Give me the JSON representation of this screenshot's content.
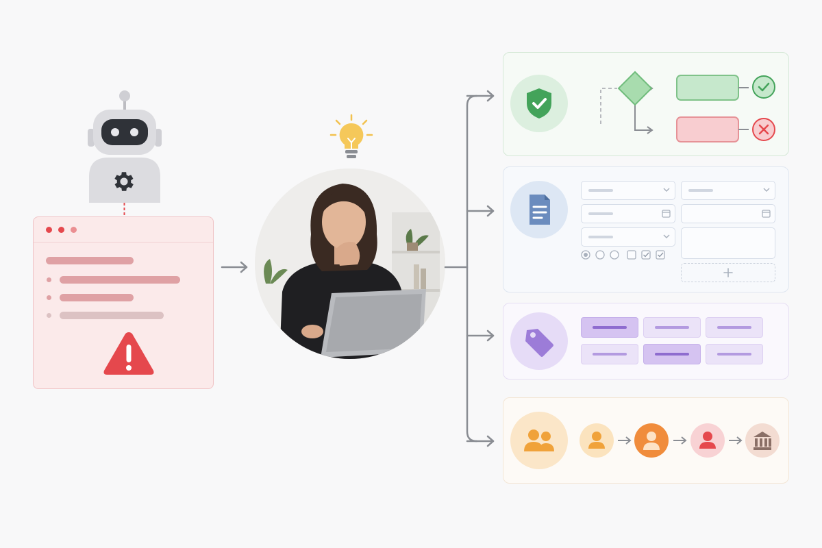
{
  "colors": {
    "background": "#f8f8f9",
    "alert_red": "#e5484d",
    "robot_grey": "#d9d9dc",
    "robot_dark": "#2f3238",
    "connector_grey": "#8a8d93",
    "bulb_yellow": "#f2c14e",
    "green": "#43a35a",
    "green_fill": "#c6e8cc",
    "red_fill": "#f8cdd0",
    "blue": "#6b8cbe",
    "blue_fill": "#dde7f4",
    "purple": "#9c7cd8",
    "purple_fill": "#e6dcf7",
    "orange": "#f0a23a",
    "orange_fill": "#fbe6c8"
  },
  "icons": {
    "robot": "robot-icon",
    "gear": "gear-icon",
    "warning": "warning-triangle-icon",
    "lightbulb": "lightbulb-icon",
    "person_photo": "person-with-laptop-photo",
    "shield": "shield-check-icon",
    "document": "document-icon",
    "tag": "tag-icon",
    "users": "users-group-icon",
    "bank": "bank-icon",
    "check": "check-icon",
    "cross": "cross-icon",
    "calendar": "calendar-icon",
    "chevron": "chevron-down-icon",
    "plus": "plus-icon"
  },
  "approval_chain_length": 4,
  "form_controls": {
    "radio_count": 3,
    "radio_selected": 1,
    "checkbox_count": 3,
    "checkbox_checked": 2
  }
}
